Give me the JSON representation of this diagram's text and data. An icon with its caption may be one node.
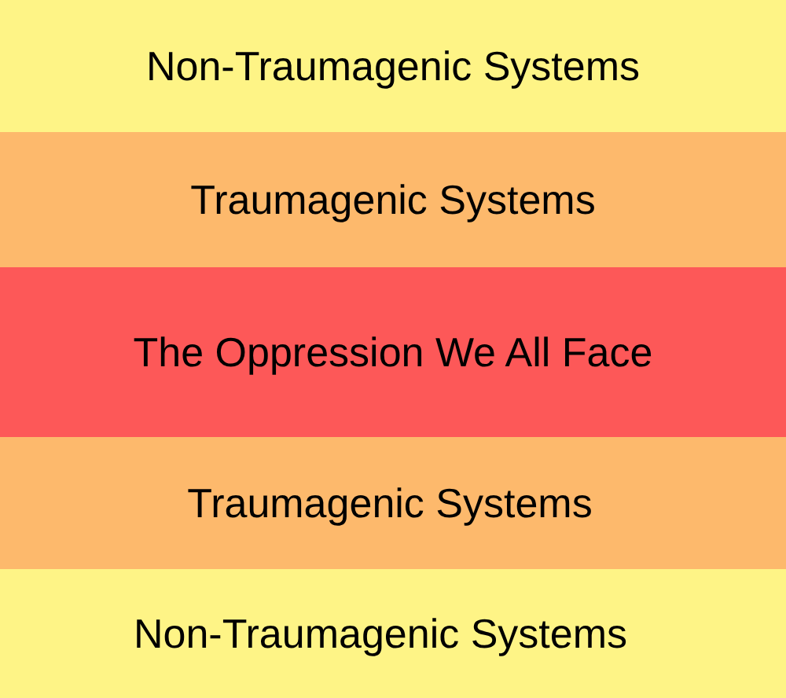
{
  "diagram": {
    "nodes": [
      {
        "text": [
          "Non-Traumagenic Systems"
        ]
      },
      {
        "text": [
          "Traumagenic Systems"
        ]
      },
      {
        "text": [
          "The Oppression We All Face"
        ]
      },
      {
        "text": [
          "Traumagenic Systems"
        ]
      },
      {
        "text": [
          "Non-Traumagenic Systems"
        ]
      }
    ]
  }
}
